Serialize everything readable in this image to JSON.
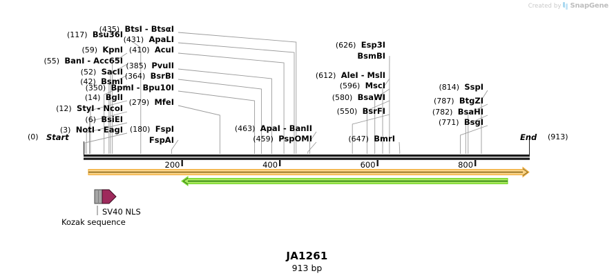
{
  "watermark": {
    "created_by": "Created by",
    "brand": "SnapGene",
    "logo_icon": "snapgene-logo-icon"
  },
  "title": "JA1261",
  "subtitle": "913 bp",
  "sequence": {
    "length_bp": 913,
    "start_label": "Start",
    "start_pos": "(0)",
    "end_label": "End",
    "end_pos": "(913)"
  },
  "ruler": {
    "ticks": [
      {
        "label": "200",
        "value": 200
      },
      {
        "label": "400",
        "value": 400
      },
      {
        "label": "600",
        "value": 600
      },
      {
        "label": "800",
        "value": 800
      }
    ]
  },
  "colors": {
    "sequence_line": "#1a1a1a",
    "leader_line": "#9a9a9a",
    "orange_fill": "#fbd386",
    "orange_core": "#8a6a1e",
    "orange_edge": "#f0a830",
    "green_fill": "#a6e85c",
    "green_core": "#2f7d10",
    "green_edge": "#6fd420",
    "kozak_gray": "#a6a6a6",
    "sv40_magenta": "#9e2a5c",
    "watermark_text": "#c9c9c9",
    "watermark_logo": "#a8d8f0"
  },
  "sites": [
    {
      "pos": "(3)",
      "value": 3,
      "names": [
        "NotI",
        "EagI"
      ],
      "row": 0,
      "col": "left"
    },
    {
      "pos": "(6)",
      "value": 6,
      "names": [
        "BsiEI"
      ],
      "row": 1,
      "col": "left"
    },
    {
      "pos": "(12)",
      "value": 12,
      "names": [
        "StyI",
        "NcoI"
      ],
      "row": 2,
      "col": "left"
    },
    {
      "pos": "(14)",
      "value": 14,
      "names": [
        "BglI"
      ],
      "row": 3,
      "col": "left"
    },
    {
      "pos": "(42)",
      "value": 42,
      "names": [
        "BsmI"
      ],
      "row": 4,
      "col": "left"
    },
    {
      "pos": "(52)",
      "value": 52,
      "names": [
        "SacII"
      ],
      "row": 5,
      "col": "left"
    },
    {
      "pos": "(55)",
      "value": 55,
      "names": [
        "BanI",
        "Acc65I"
      ],
      "row": 6,
      "col": "left"
    },
    {
      "pos": "(59)",
      "value": 59,
      "names": [
        "KpnI"
      ],
      "row": 7,
      "col": "left"
    },
    {
      "pos": "(117)",
      "value": 117,
      "names": [
        "Bsu36I"
      ],
      "row": 8,
      "col": "left"
    },
    {
      "pos": "(180)",
      "value": 180,
      "names": [
        "FspI",
        "FspAI"
      ],
      "row": 0,
      "col": "mid"
    },
    {
      "pos": "(279)",
      "value": 279,
      "names": [
        "MfeI"
      ],
      "row": 3,
      "col": "mid"
    },
    {
      "pos": "(350)",
      "value": 350,
      "names": [
        "BpmI",
        "Bpu10I"
      ],
      "row": 4,
      "col": "mid"
    },
    {
      "pos": "(364)",
      "value": 364,
      "names": [
        "BsrBI"
      ],
      "row": 5,
      "col": "mid"
    },
    {
      "pos": "(385)",
      "value": 385,
      "names": [
        "PvuII"
      ],
      "row": 6,
      "col": "mid"
    },
    {
      "pos": "(410)",
      "value": 410,
      "names": [
        "AcuI"
      ],
      "row": 7,
      "col": "mid"
    },
    {
      "pos": "(431)",
      "value": 431,
      "names": [
        "ApaLI"
      ],
      "row": 8,
      "col": "mid"
    },
    {
      "pos": "(435)",
      "value": 435,
      "names": [
        "BtsI",
        "BtsαI"
      ],
      "row": 9,
      "col": "mid"
    },
    {
      "pos": "(459)",
      "value": 459,
      "names": [
        "PspOMI"
      ],
      "row": 0,
      "col": "mid2"
    },
    {
      "pos": "(463)",
      "value": 463,
      "names": [
        "ApaI",
        "BanII"
      ],
      "row": 1,
      "col": "mid2"
    },
    {
      "pos": "(550)",
      "value": 550,
      "names": [
        "BsrFI"
      ],
      "row": 2,
      "col": "right"
    },
    {
      "pos": "(580)",
      "value": 580,
      "names": [
        "BsaWI"
      ],
      "row": 3,
      "col": "right"
    },
    {
      "pos": "(596)",
      "value": 596,
      "names": [
        "MscI"
      ],
      "row": 4,
      "col": "right"
    },
    {
      "pos": "(612)",
      "value": 612,
      "names": [
        "AleI",
        "MslI"
      ],
      "row": 5,
      "col": "right"
    },
    {
      "pos": "(626)",
      "value": 626,
      "names": [
        "Esp3I",
        "BsmBI"
      ],
      "row": 7,
      "col": "right"
    },
    {
      "pos": "(647)",
      "value": 647,
      "names": [
        "BmrI"
      ],
      "row": 0,
      "col": "right2"
    },
    {
      "pos": "(771)",
      "value": 771,
      "names": [
        "BsgI"
      ],
      "row": 2,
      "col": "far"
    },
    {
      "pos": "(782)",
      "value": 782,
      "names": [
        "BsaHI"
      ],
      "row": 3,
      "col": "far"
    },
    {
      "pos": "(787)",
      "value": 787,
      "names": [
        "BtgZI"
      ],
      "row": 4,
      "col": "far"
    },
    {
      "pos": "(814)",
      "value": 814,
      "names": [
        "SspI"
      ],
      "row": 5,
      "col": "far"
    }
  ],
  "features": [
    {
      "name": "Kozak sequence",
      "kind": "box",
      "color": "#a6a6a6"
    },
    {
      "name": "SV40 NLS",
      "kind": "arrow",
      "color": "#9e2a5c"
    }
  ],
  "tracks": [
    {
      "name": "orange-track",
      "direction": "right",
      "color": "#fbd386"
    },
    {
      "name": "green-track",
      "direction": "left",
      "color": "#a6e85c"
    }
  ]
}
